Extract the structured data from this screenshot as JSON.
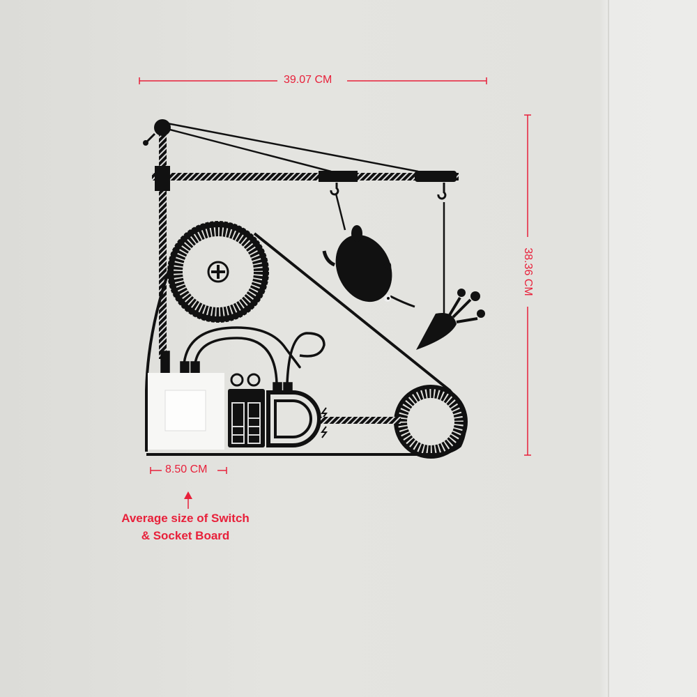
{
  "dimensions": {
    "width_label": "39.07 CM",
    "height_label": "38.36 CM",
    "switch_width_label": "8.50 CM"
  },
  "note": {
    "line1": "Average size of Switch",
    "line2": "& Socket  Board"
  },
  "colors": {
    "annotation": "#e8203a",
    "decal": "#111111",
    "wall": "#e2e2de"
  },
  "icons": [
    "pulley-icon",
    "gear-icon",
    "hamster-icon",
    "carrot-icon",
    "battery-icon",
    "bulb-icon",
    "magnet-icon",
    "lightning-icon"
  ]
}
